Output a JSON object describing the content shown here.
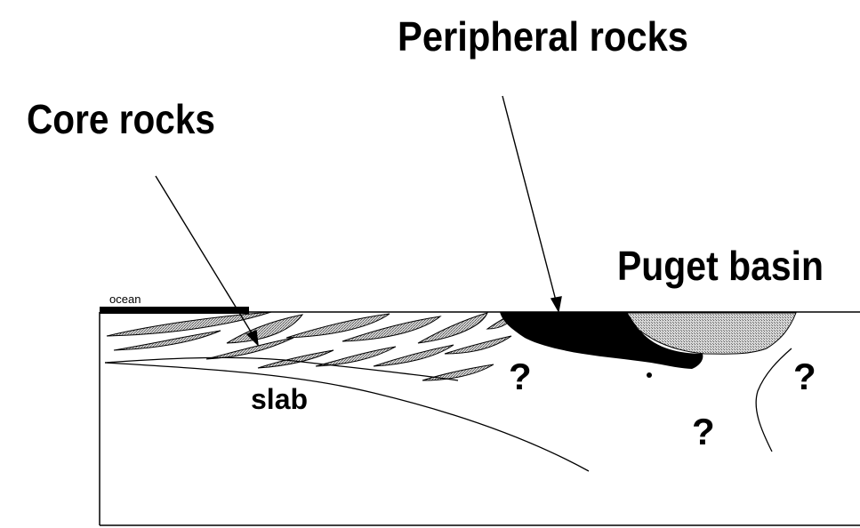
{
  "labels": {
    "peripheral": "Peripheral rocks",
    "core": "Core rocks",
    "puget": "Puget basin",
    "ocean": "ocean",
    "slab": "slab",
    "unknown": "?"
  },
  "colors": {
    "ink": "#000000",
    "rock_fill": "#a8a8a8",
    "basin_fill": "#b4b4b4",
    "background": "#ffffff"
  }
}
